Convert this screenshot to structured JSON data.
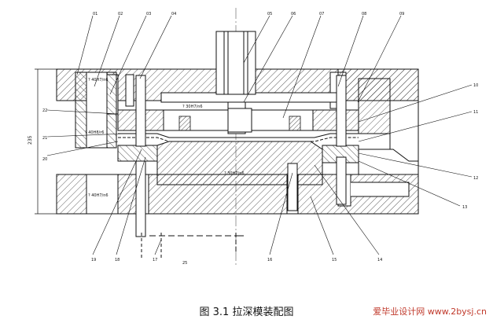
{
  "figure": {
    "caption": "图 3.1 拉深模装配图",
    "watermark": "爱毕业设计网 www.2bysj.cn"
  },
  "labels": {
    "top": [
      "01",
      "02",
      "03",
      "04",
      "05",
      "06",
      "07",
      "08",
      "09"
    ],
    "right": [
      "10",
      "11",
      "12",
      "13"
    ],
    "bottom": [
      "14",
      "15",
      "16",
      "17",
      "18",
      "19"
    ],
    "left": [
      "20",
      "21",
      "22"
    ]
  },
  "annotations": {
    "height_dim": "235",
    "fit_top": "? 40H7/n6",
    "fit_upper": "? 30H7/n6",
    "fit_left": "? 40H8/r6",
    "fit_mid": "? 30H7/n6",
    "fit_bottom": "? 40H7/n6",
    "dim_lower": "25"
  }
}
